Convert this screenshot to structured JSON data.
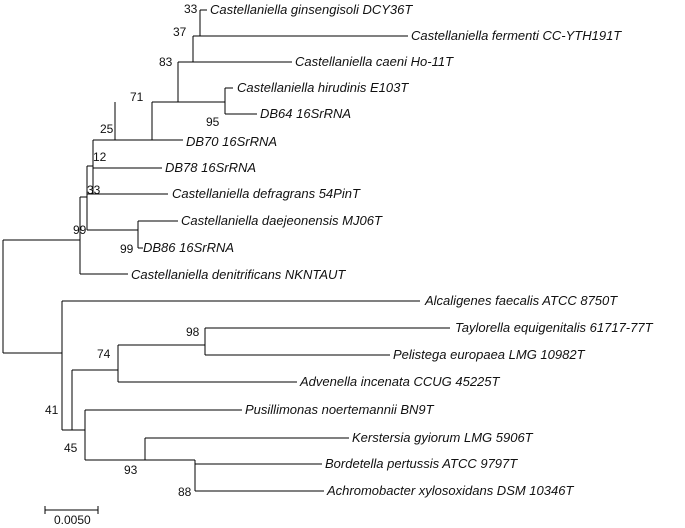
{
  "tree": {
    "leaves": [
      {
        "id": "l1",
        "label": "Castellaniella ginsengisoli DCY36T"
      },
      {
        "id": "l2",
        "label": "Castellaniella fermenti CC-YTH191T"
      },
      {
        "id": "l3",
        "label": "Castellaniella caeni Ho-11T"
      },
      {
        "id": "l4",
        "label": "Castellaniella hirudinis E103T"
      },
      {
        "id": "l5",
        "label": "DB64 16SrRNA"
      },
      {
        "id": "l6",
        "label": "DB70 16SrRNA"
      },
      {
        "id": "l7",
        "label": "DB78 16SrRNA"
      },
      {
        "id": "l8",
        "label": "Castellaniella defragrans 54PinT"
      },
      {
        "id": "l9",
        "label": "Castellaniella daejeonensis MJ06T"
      },
      {
        "id": "l10",
        "label": "DB86 16SrRNA"
      },
      {
        "id": "l11",
        "label": "Castellaniella denitrificans NKNTAUT"
      },
      {
        "id": "l12",
        "label": "Alcaligenes faecalis ATCC 8750T"
      },
      {
        "id": "l13",
        "label": "Taylorella equigenitalis 61717-77T"
      },
      {
        "id": "l14",
        "label": "Pelistega europaea LMG 10982T"
      },
      {
        "id": "l15",
        "label": "Advenella incenata CCUG 45225T"
      },
      {
        "id": "l16",
        "label": "Pusillimonas noertemannii BN9T"
      },
      {
        "id": "l17",
        "label": "Kerstersia gyiorum LMG 5906T"
      },
      {
        "id": "l18",
        "label": "Bordetella pertussis ATCC 9797T"
      },
      {
        "id": "l19",
        "label": "Achromobacter xylosoxidans DSM 10346T"
      }
    ],
    "bootstrap": [
      {
        "id": "b33a",
        "value": "33"
      },
      {
        "id": "b37",
        "value": "37"
      },
      {
        "id": "b83",
        "value": "83"
      },
      {
        "id": "b71",
        "value": "71"
      },
      {
        "id": "b95",
        "value": "95"
      },
      {
        "id": "b25",
        "value": "25"
      },
      {
        "id": "b12",
        "value": "12"
      },
      {
        "id": "b33b",
        "value": "33"
      },
      {
        "id": "b99a",
        "value": "99"
      },
      {
        "id": "b99b",
        "value": "99"
      },
      {
        "id": "b98",
        "value": "98"
      },
      {
        "id": "b74",
        "value": "74"
      },
      {
        "id": "b41",
        "value": "41"
      },
      {
        "id": "b45",
        "value": "45"
      },
      {
        "id": "b93",
        "value": "93"
      },
      {
        "id": "b88",
        "value": "88"
      }
    ],
    "scale_bar": {
      "label": "0.0050"
    }
  }
}
